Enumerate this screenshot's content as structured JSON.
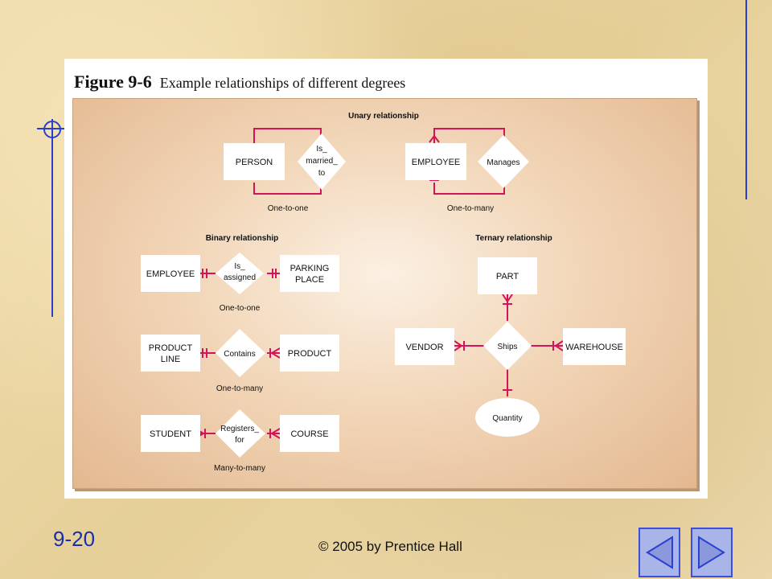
{
  "figure": {
    "number": "Figure 9-6",
    "caption": "Example relationships of different degrees"
  },
  "sections": {
    "unary": "Unary relationship",
    "binary": "Binary relationship",
    "ternary": "Ternary relationship"
  },
  "unary": {
    "one_to_one": {
      "entity": "PERSON",
      "relationship": [
        "Is_",
        "married_",
        "to"
      ],
      "cardinality": "One-to-one"
    },
    "one_to_many": {
      "entity": "EMPLOYEE",
      "relationship": [
        "Manages"
      ],
      "cardinality": "One-to-many"
    }
  },
  "binary": [
    {
      "left": [
        "EMPLOYEE"
      ],
      "relationship": [
        "Is_",
        "assigned"
      ],
      "right": [
        "PARKING",
        "PLACE"
      ],
      "cardinality": "One-to-one"
    },
    {
      "left": [
        "PRODUCT",
        "LINE"
      ],
      "relationship": [
        "Contains"
      ],
      "right": [
        "PRODUCT"
      ],
      "cardinality": "One-to-many"
    },
    {
      "left": [
        "STUDENT"
      ],
      "relationship": [
        "Registers_",
        "for"
      ],
      "right": [
        "COURSE"
      ],
      "cardinality": "Many-to-many"
    }
  ],
  "ternary": {
    "top": "PART",
    "left": "VENDOR",
    "right": "WAREHOUSE",
    "relationship": "Ships",
    "attribute": "Quantity"
  },
  "footer": {
    "slide_number": "9-20",
    "copyright": "© 2005 by Prentice Hall"
  },
  "colors": {
    "line": "#d4145a",
    "accent": "#2a3fd0"
  },
  "icons": {
    "prev": "previous-arrow-icon",
    "next": "next-arrow-icon"
  }
}
